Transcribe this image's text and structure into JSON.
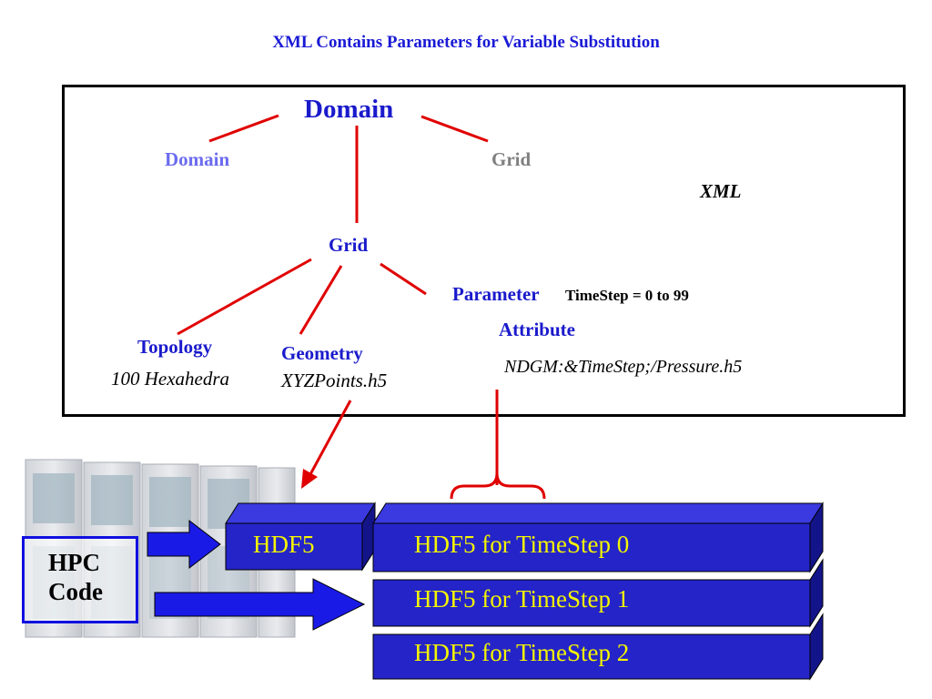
{
  "title": "XML Contains Parameters for Variable Substitution",
  "tree": {
    "root_domain": "Domain",
    "domain_child": "Domain",
    "grid_child": "Grid",
    "xml_label": "XML",
    "grid": "Grid",
    "parameter": "Parameter",
    "parameter_value": "TimeStep = 0 to 99",
    "attribute": "Attribute",
    "attribute_value": "NDGM:&TimeStep;/Pressure.h5",
    "topology": "Topology",
    "topology_value": "100 Hexahedra",
    "geometry": "Geometry",
    "geometry_value": "XYZPoints.h5"
  },
  "storage": {
    "hdf5": "HDF5",
    "timesteps": [
      "HDF5 for  TimeStep 0",
      "HDF5 for  TimeStep 1",
      "HDF5 for  TimeStep 2"
    ]
  },
  "hpc": {
    "line1": "HPC",
    "line2": "Code"
  },
  "colors": {
    "title_blue": "#1a1ad6",
    "node_blue": "#1a1acc",
    "light_blue": "#6b6bf0",
    "grey": "#808080",
    "connector_red": "#e00000",
    "block_blue": "#2424c8",
    "block_text": "#f5f500",
    "arrow_blue": "#1a1ae6"
  }
}
